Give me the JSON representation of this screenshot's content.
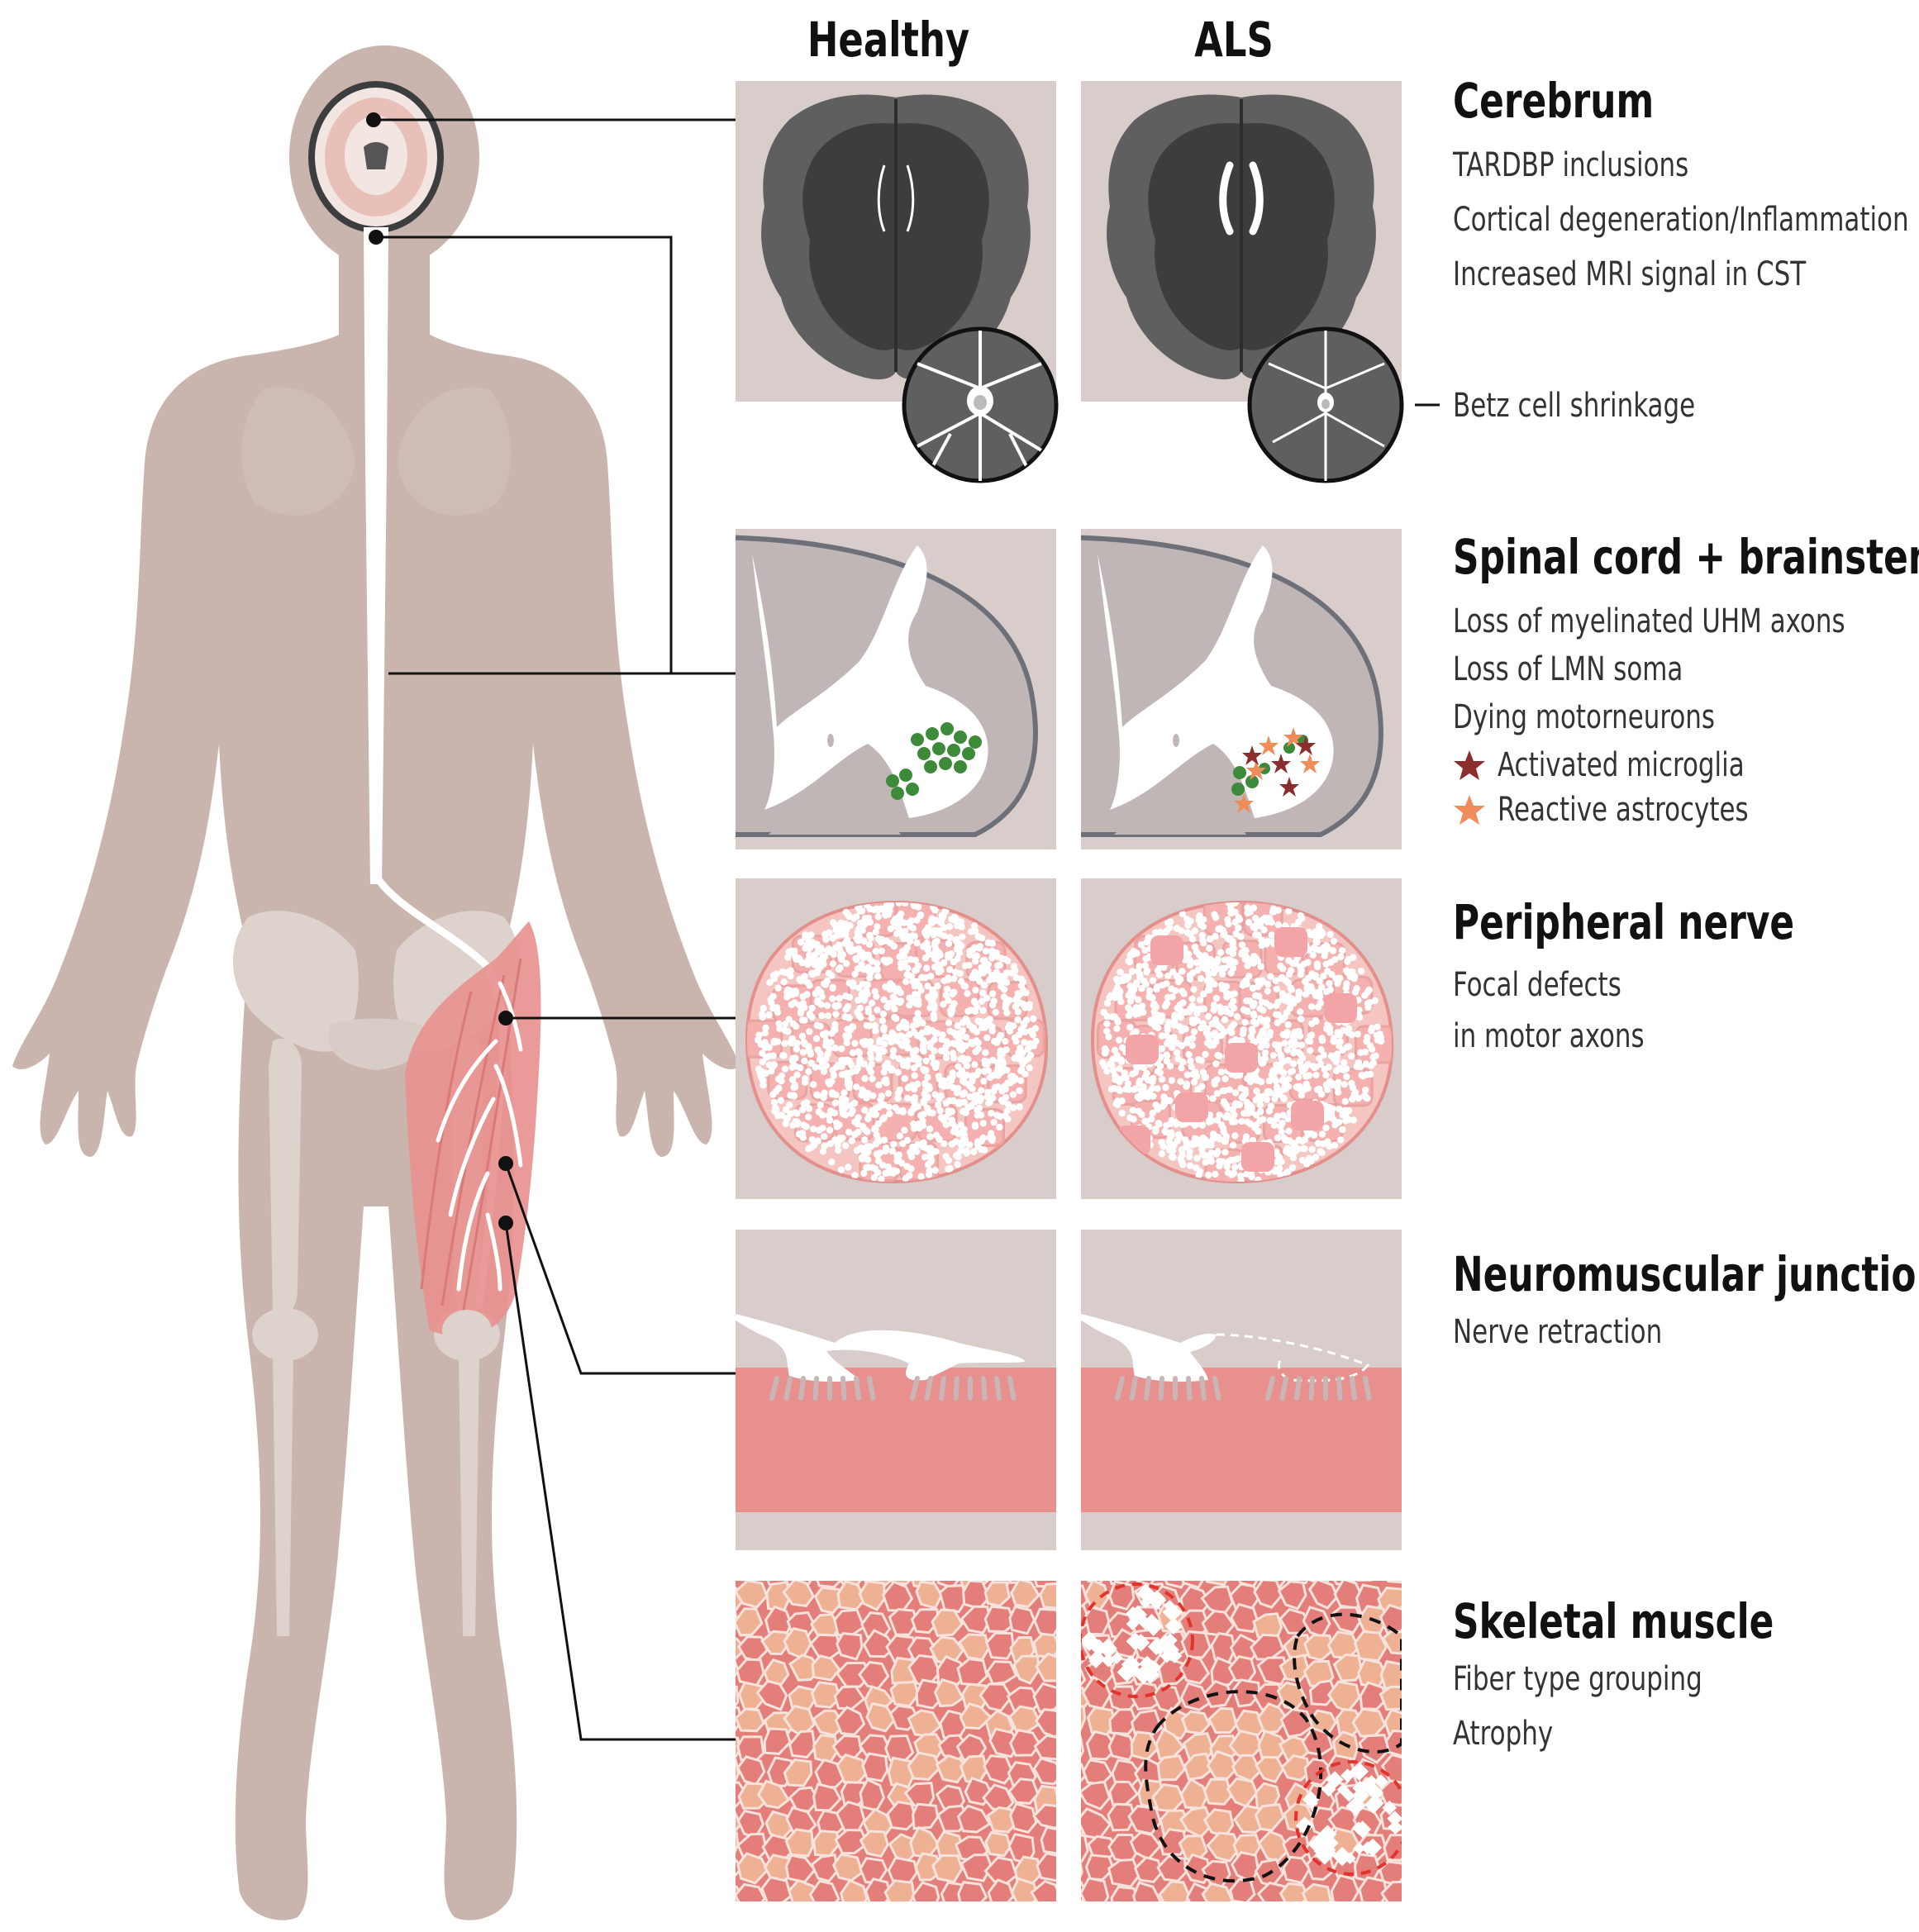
{
  "columns": {
    "healthy": "Healthy",
    "als": "ALS"
  },
  "sections": {
    "cerebrum": {
      "title": "Cerebrum",
      "items": [
        "TARDBP inclusions",
        "Cortical degeneration/Inflammation",
        "Increased MRI signal in CST"
      ],
      "callout": "Betz cell shrinkage"
    },
    "spinal": {
      "title": "Spinal cord + brainstem",
      "items": [
        "Loss of myelinated UHM axons",
        "Loss of LMN soma",
        "Dying motorneurons"
      ],
      "legend": [
        {
          "label": "Activated microglia",
          "color": "#8b2e2e"
        },
        {
          "label": "Reactive astrocytes",
          "color": "#f08c5a"
        }
      ]
    },
    "nerve": {
      "title": "Peripheral nerve",
      "items": [
        "Focal defects",
        "in motor axons"
      ]
    },
    "nmj": {
      "title": "Neuromuscular junction",
      "items": [
        "Nerve retraction"
      ]
    },
    "muscle": {
      "title": "Skeletal muscle",
      "items": [
        "Fiber type grouping",
        "Atrophy"
      ]
    }
  },
  "colors": {
    "panel_bg": "#d8cdcb",
    "body": "#c9b5ad",
    "brain_dark": "#3c3d3f",
    "brain_gray": "#5f5f60",
    "muscle_red": "#e8908e",
    "muscle_light": "#efb194",
    "nerve_pink": "#f5b8b6",
    "motor_green": "#3d8b3a",
    "spinal_gray": "#c1b6b6",
    "outline_gray": "#6d7079"
  }
}
